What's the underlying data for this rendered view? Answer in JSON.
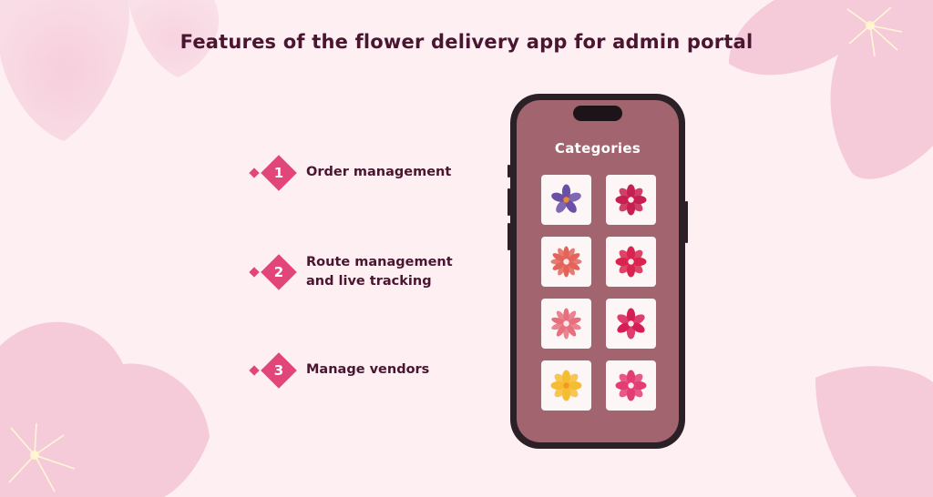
{
  "page": {
    "title": "Features of the flower delivery app for admin portal"
  },
  "features": [
    {
      "number": "1",
      "label_lines": [
        "Order management"
      ]
    },
    {
      "number": "2",
      "label_lines": [
        "Route management",
        "and live tracking"
      ]
    },
    {
      "number": "3",
      "label_lines": [
        "Manage vendors"
      ]
    }
  ],
  "phone": {
    "screen_title": "Categories",
    "category_tiles": [
      {
        "icon": "purple-flower-icon",
        "color": "#6b4fa6"
      },
      {
        "icon": "crimson-flower-icon",
        "color": "#c5204f"
      },
      {
        "icon": "coral-flower-icon",
        "color": "#e4645b"
      },
      {
        "icon": "red-daisy-icon",
        "color": "#d8254f"
      },
      {
        "icon": "pink-flower-icon",
        "color": "#e8707e"
      },
      {
        "icon": "magenta-flower-icon",
        "color": "#d41f55"
      },
      {
        "icon": "yellow-flower-icon",
        "color": "#f7bd32"
      },
      {
        "icon": "pink-daisy-icon",
        "color": "#e23d75"
      }
    ]
  },
  "colors": {
    "background": "#fdeff2",
    "title_text": "#4a1530",
    "badge": "#e1457a",
    "screen": "#a2656f",
    "petal": "#f4c8d6"
  }
}
